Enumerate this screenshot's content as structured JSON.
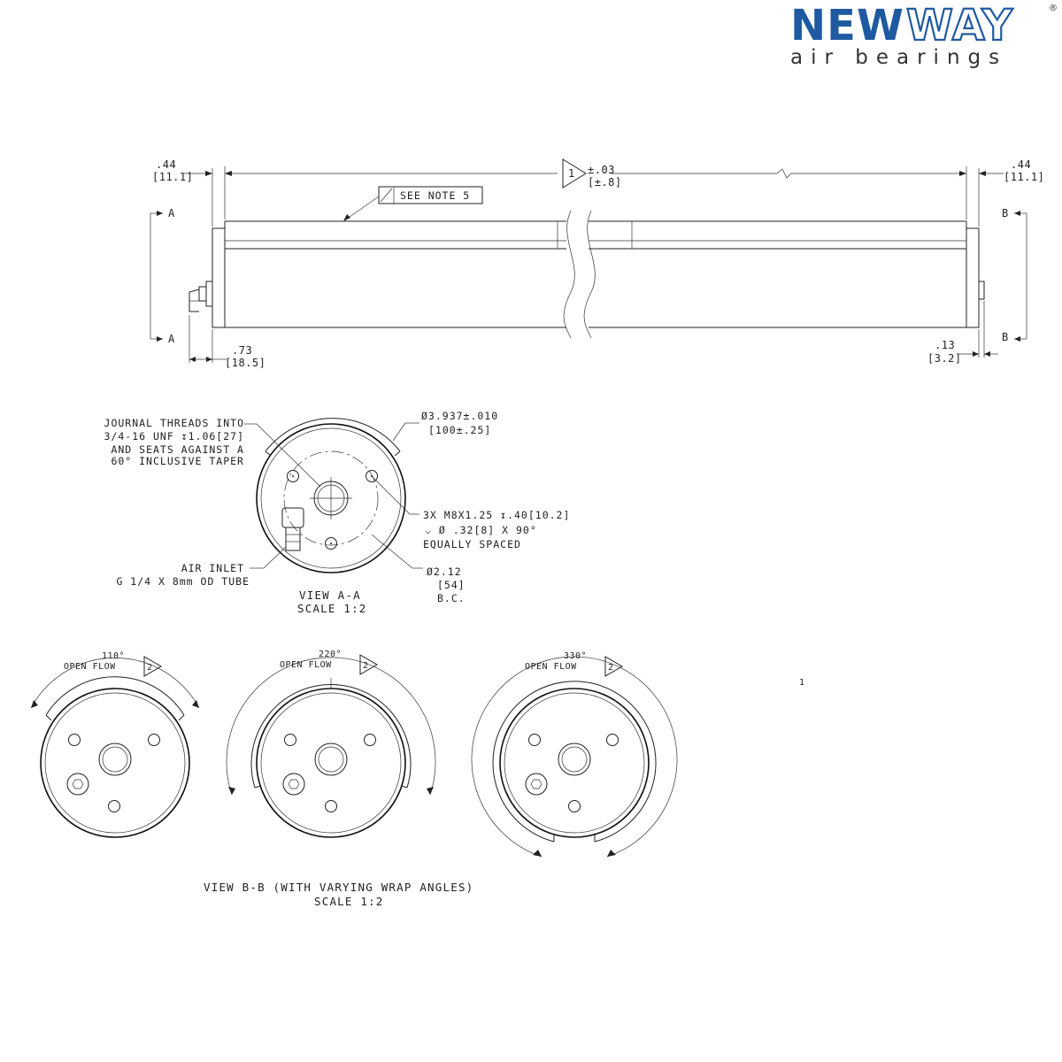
{
  "logo": {
    "part1": "NEW",
    "part2": "WAY",
    "registered": "®",
    "tagline": "air bearings",
    "brand_color": "#1f5aa0"
  },
  "side_view": {
    "left_end_dim": {
      "inch": ".44",
      "mm": "[11.1]"
    },
    "right_end_dim": {
      "inch": ".44",
      "mm": "[11.1]"
    },
    "length_flag": "1",
    "length_tol": {
      "inch": "±.03",
      "mm": "[±.8]"
    },
    "note_callout": "SEE NOTE 5",
    "section_a_top": "A",
    "section_a_bottom": "A",
    "section_b_top": "B",
    "section_b_bottom": "B",
    "fitting_dim": {
      "inch": ".73",
      "mm": "[18.5]"
    },
    "right_step_dim": {
      "inch": ".13",
      "mm": "[3.2]"
    }
  },
  "view_aa": {
    "journal_note": [
      "JOURNAL THREADS INTO",
      "3/4-16 UNF  ↧1.06[27]",
      "AND SEATS AGAINST A",
      "60° INCLUSIVE TAPER"
    ],
    "diameter": {
      "inch": "Ø3.937±.010",
      "mm": "[100±.25]"
    },
    "holes_note": [
      "3X M8X1.25 ↧.40[10.2]",
      "⌵ Ø .32[8] X 90°",
      "EQUALLY SPACED"
    ],
    "air_inlet": [
      "AIR INLET",
      "G 1/4 X 8mm OD TUBE"
    ],
    "bolt_circle": [
      "Ø2.12",
      "[54]",
      "B.C."
    ],
    "title": "VIEW A-A",
    "scale": "SCALE 1:2"
  },
  "view_bb": {
    "views": [
      {
        "angle": "110°",
        "label": "OPEN FLOW",
        "flag": "2"
      },
      {
        "angle": "220°",
        "label": "OPEN FLOW",
        "flag": "2"
      },
      {
        "angle": "330°",
        "label": "OPEN FLOW",
        "flag": "2"
      }
    ],
    "title": "VIEW B-B (WITH VARYING WRAP ANGLES)",
    "scale": "SCALE 1:2"
  },
  "stray_mark": "1"
}
